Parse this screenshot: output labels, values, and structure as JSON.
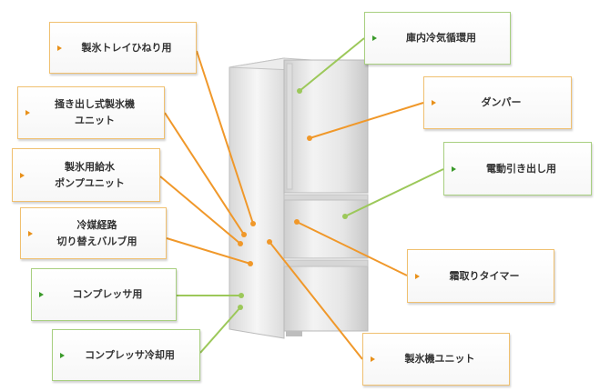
{
  "labels": {
    "ice_tray_twist": "製氷トレイひねり用",
    "ice_scoop_unit": "掻き出し式製氷機\nユニット",
    "ice_water_pump": "製氷用給水\nポンプユニット",
    "refrigerant_valve": "冷媒経路\n切り替えバルブ用",
    "compressor": "コンプレッサ用",
    "compressor_cooling": "コンプレッサ冷却用",
    "air_circulation": "庫内冷気循環用",
    "damper": "ダンパー",
    "drawer_motor": "電動引き出し用",
    "defrost_timer": "霜取りタイマー",
    "ice_maker_unit": "製氷機ユニット"
  },
  "colors": {
    "orange_line": "#f0982a",
    "green_line": "#9cc85a",
    "orange_border": "#f0c070",
    "green_border": "#a8cf80"
  }
}
